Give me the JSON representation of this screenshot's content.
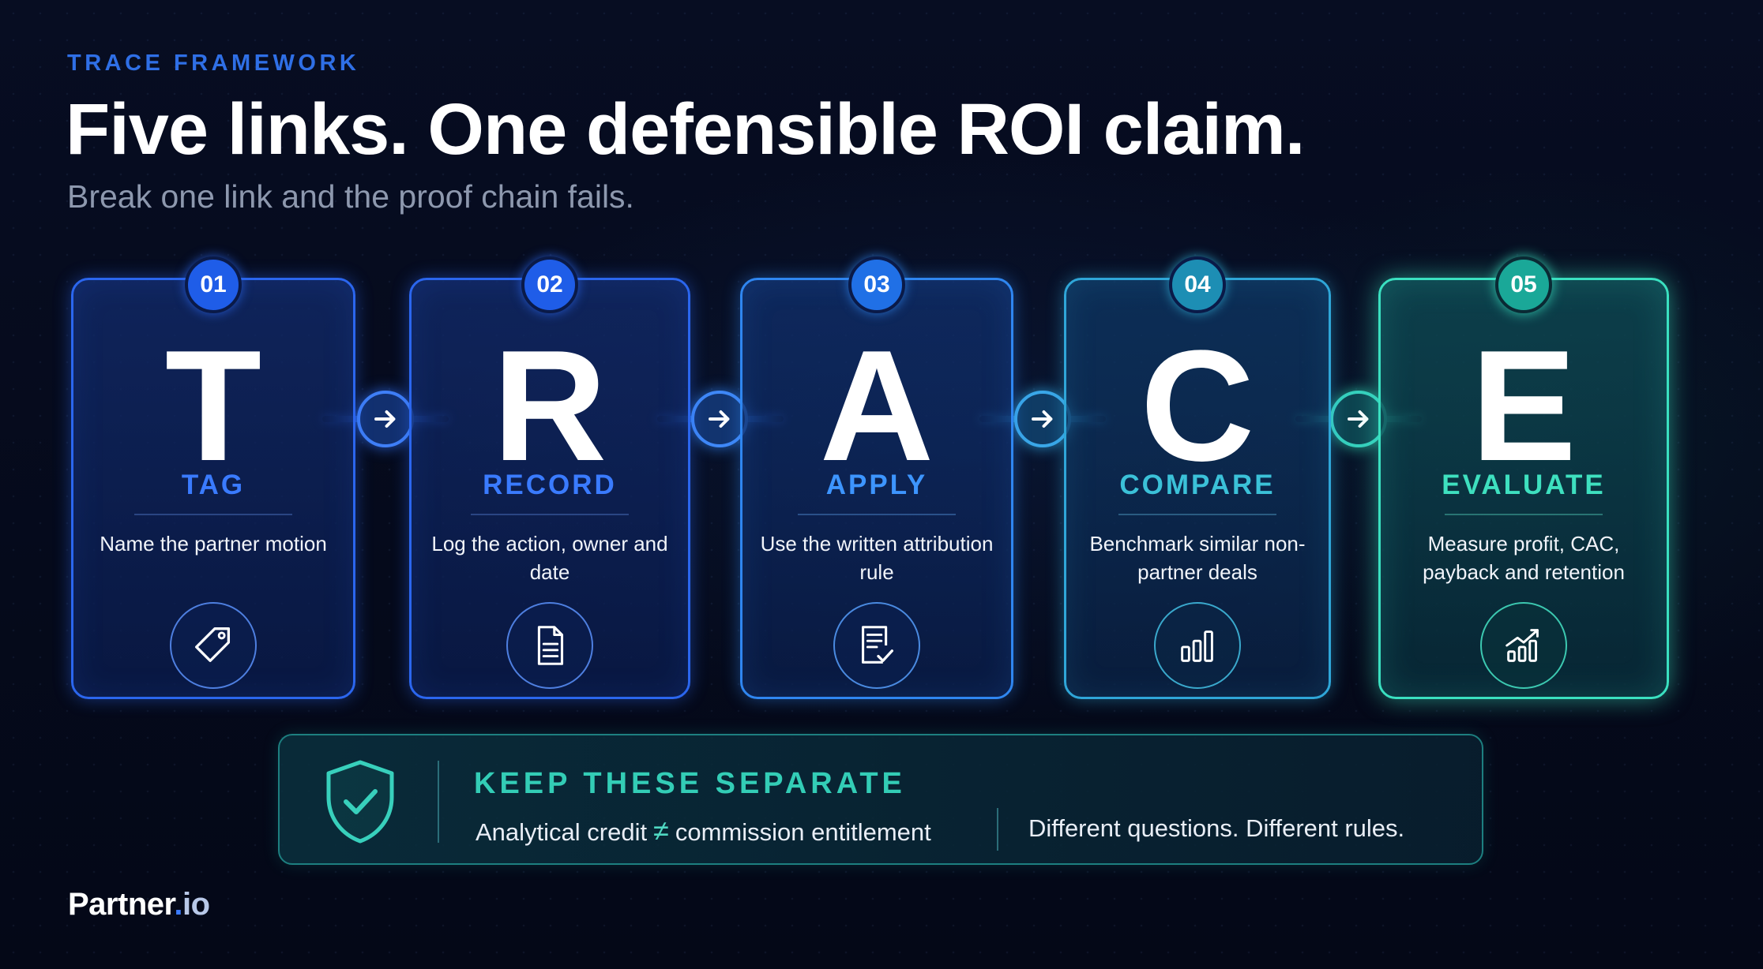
{
  "header": {
    "eyebrow": "TRACE FRAMEWORK",
    "title": "Five links. One defensible ROI claim.",
    "subtitle": "Break one link and the proof chain fails."
  },
  "steps": [
    {
      "number": "01",
      "letter": "T",
      "name": "TAG",
      "description": "Name the partner motion",
      "icon": "tag-icon",
      "color": "#2f6ff2"
    },
    {
      "number": "02",
      "letter": "R",
      "name": "RECORD",
      "description": "Log the action, owner and date",
      "icon": "document-icon",
      "color": "#2f6ff2"
    },
    {
      "number": "03",
      "letter": "A",
      "name": "APPLY",
      "description": "Use the written attribution rule",
      "icon": "checklist-icon",
      "color": "#2f86f0"
    },
    {
      "number": "04",
      "letter": "C",
      "name": "COMPARE",
      "description": "Benchmark similar non-partner deals",
      "icon": "bar-chart-icon",
      "color": "#2fb0d8"
    },
    {
      "number": "05",
      "letter": "E",
      "name": "EVALUATE",
      "description": "Measure profit, CAC, payback and retention",
      "icon": "growth-chart-icon",
      "color": "#30d6b4"
    }
  ],
  "callout": {
    "title": "KEEP THESE SEPARATE",
    "left_a": "Analytical credit",
    "symbol": "≠",
    "left_b": "commission entitlement",
    "right": "Different questions. Different rules."
  },
  "brand": {
    "name_main": "Partner",
    "name_dot": ".",
    "name_tld": "io"
  }
}
